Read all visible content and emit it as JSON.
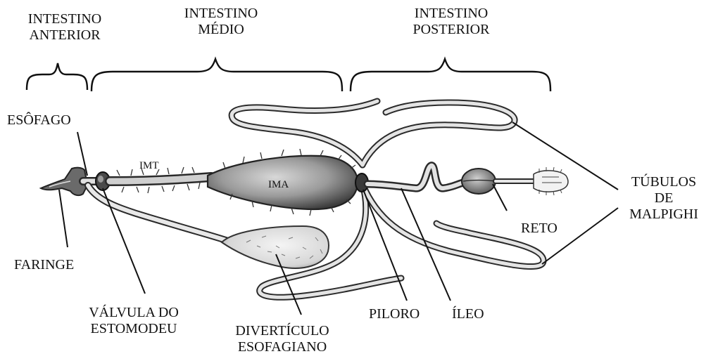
{
  "regions": {
    "anterior": [
      "INTESTINO",
      "ANTERIOR"
    ],
    "medio": [
      "INTESTINO",
      "MÉDIO"
    ],
    "posterior": [
      "INTESTINO",
      "POSTERIOR"
    ]
  },
  "labels": {
    "esofago": "ESÔFAGO",
    "faringe": "FARINGE",
    "valvula": [
      "VÁLVULA DO",
      "ESTOMODEU"
    ],
    "diverticulo": [
      "DIVERTÍCULO",
      "ESOFAGIANO"
    ],
    "piloro": "PILORO",
    "ileo": "ÍLEO",
    "reto": "RETO",
    "tubulos": [
      "TÚBULOS",
      "DE",
      "MALPIGHI"
    ]
  },
  "inner_labels": {
    "imt": "IMT",
    "ima": "IMA"
  },
  "colors": {
    "ink": "#111111",
    "organ_fill": "#8a8a8a",
    "organ_dark": "#3a3a3a",
    "tube_outer": "#2a2a2a",
    "tube_inner": "#e4e4e4"
  }
}
